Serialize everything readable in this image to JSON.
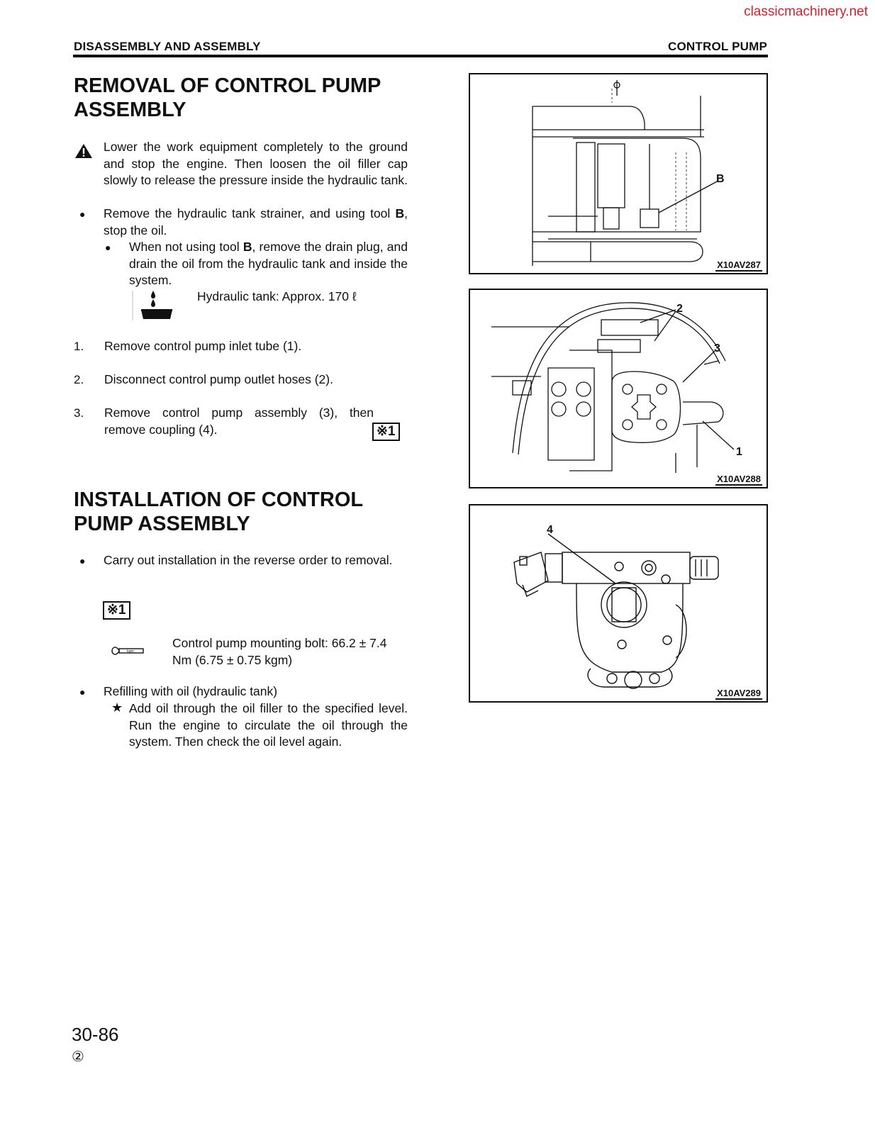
{
  "watermark": "classicmachinery.net",
  "header": {
    "left": "DISASSEMBLY AND ASSEMBLY",
    "right": "CONTROL PUMP"
  },
  "removal": {
    "title_line1": "REMOVAL OF CONTROL PUMP",
    "title_line2": "ASSEMBLY",
    "warning": "Lower the work equipment completely to the ground and stop the engine. Then loosen the oil filler cap slowly to release the pressure inside the hydraulic tank.",
    "bullet1": "Remove the hydraulic tank strainer, and using tool",
    "bullet1_bold": "B",
    "bullet1_tail": ", stop the oil.",
    "sub_bullet_a": "When not using tool ",
    "sub_bullet_b": "B",
    "sub_bullet_c": ", remove the drain plug, and drain the oil from the hydraulic tank and inside the system.",
    "capacity": "Hydraulic tank: Approx. 170 ℓ",
    "steps": [
      {
        "num": "1.",
        "text": "Remove control pump inlet tube (1)."
      },
      {
        "num": "2.",
        "text": "Disconnect control pump outlet hoses (2)."
      },
      {
        "num": "3.",
        "text": "Remove control pump assembly (3), then remove coupling (4)."
      }
    ],
    "ref_mark": "※1"
  },
  "installation": {
    "title_line1": "INSTALLATION OF CONTROL",
    "title_line2": "PUMP ASSEMBLY",
    "bullet1": "Carry out installation in the reverse order to removal.",
    "ref_mark": "※1",
    "torque_line1": "Control pump mounting bolt: 66.2 ± 7.4",
    "torque_line2": "Nm (6.75 ± 0.75 kgm)",
    "bullet2": "Refilling with oil (hydraulic tank)",
    "star_note": "Add oil through the oil filler to the specified level. Run the engine to circulate the oil through the system. Then check the oil level again."
  },
  "figures": [
    {
      "label": "X10AV287",
      "callouts": [
        "B"
      ]
    },
    {
      "label": "X10AV288",
      "callouts": [
        "2",
        "3",
        "1"
      ]
    },
    {
      "label": "X10AV289",
      "callouts": [
        "4"
      ]
    }
  ],
  "footer": {
    "page": "30-86",
    "revision": "②"
  }
}
